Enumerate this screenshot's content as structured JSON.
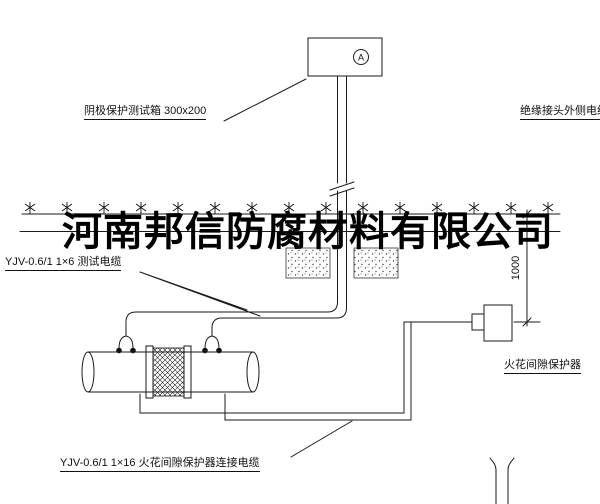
{
  "watermark": "河南邦信防腐材料有限公司",
  "labels": {
    "test_box": "阴极保护测试箱 300x200",
    "insulating_joint_cable": "绝缘接头外侧电缆",
    "test_cable": "YJV-0.6/1 1×6  测试电缆",
    "spark_gap_protector": "火花间隙保护器",
    "connection_cable": "YJV-0.6/1 1×16  火花间隙保护器连接电缆",
    "dimension": "1000",
    "ammeter": "A"
  },
  "colors": {
    "line": "#1a1a1a",
    "background": "#ffffff",
    "text": "#111111"
  }
}
